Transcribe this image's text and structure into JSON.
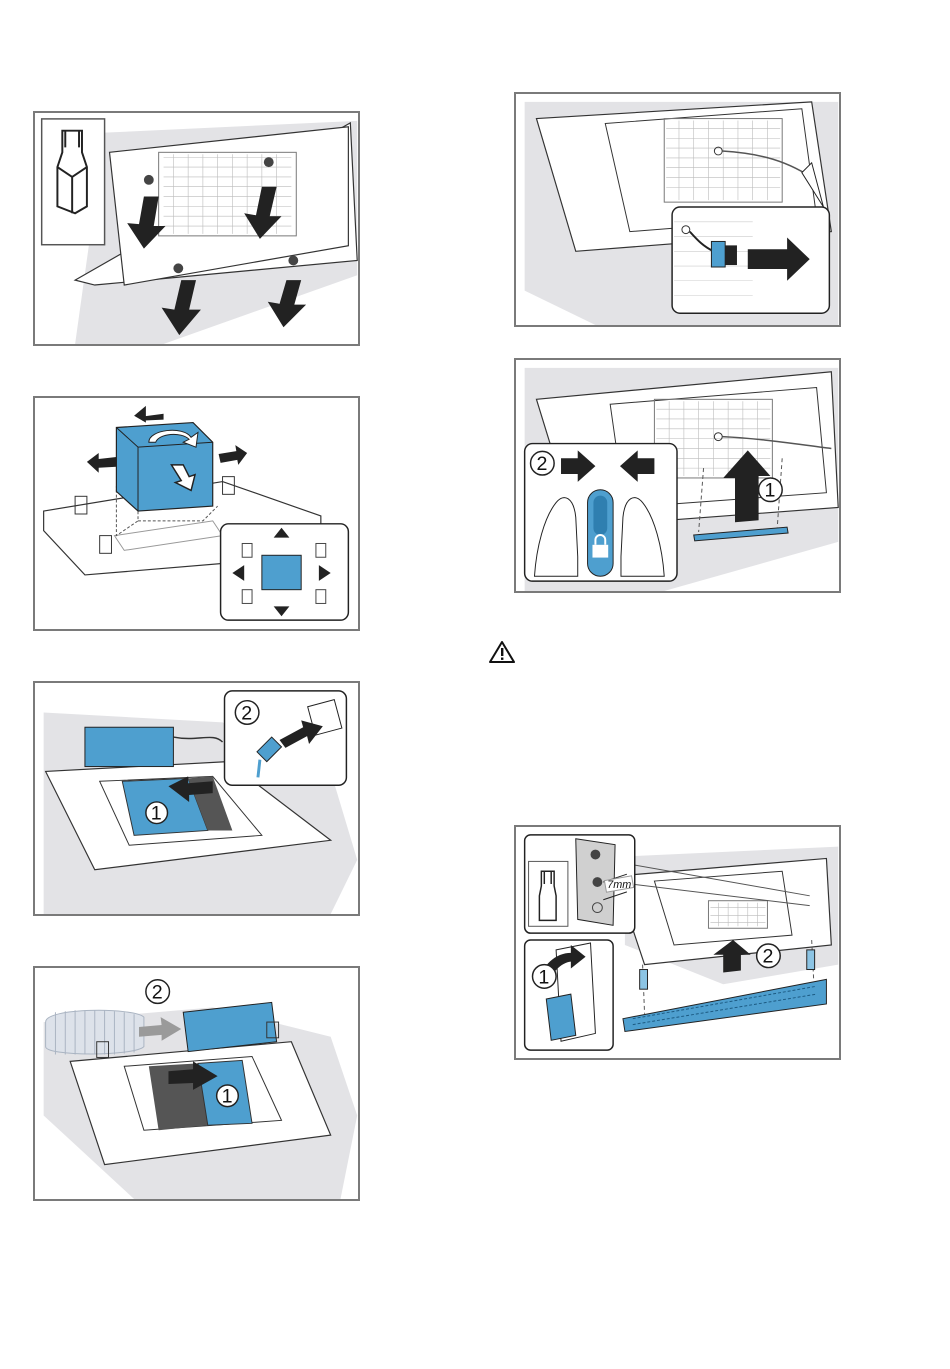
{
  "figures": [
    {
      "id": "fig1",
      "name": "remove-filter-screws",
      "markers": []
    },
    {
      "id": "fig2",
      "name": "fan-module-orientation",
      "markers": []
    },
    {
      "id": "fig3",
      "name": "slide-module-and-plug",
      "markers": [
        "1",
        "2"
      ]
    },
    {
      "id": "fig4",
      "name": "connect-duct-and-slide",
      "markers": [
        "2",
        "1"
      ]
    },
    {
      "id": "fig5",
      "name": "disconnect-cable-plug",
      "markers": []
    },
    {
      "id": "fig6",
      "name": "lock-filter-panel",
      "markers": [
        "2",
        "1"
      ]
    },
    {
      "id": "fig7",
      "name": "mount-grille-hooks",
      "markers": [
        "1",
        "2"
      ],
      "dimension": "7mm"
    }
  ],
  "warning": {
    "icon": "warning-triangle-icon"
  },
  "colors": {
    "accent": "#4e9fcf",
    "accent_light": "#8cc4e4",
    "frame": "#7a7a7a",
    "background_gray": "#e3e3e6",
    "dark": "#222222"
  }
}
